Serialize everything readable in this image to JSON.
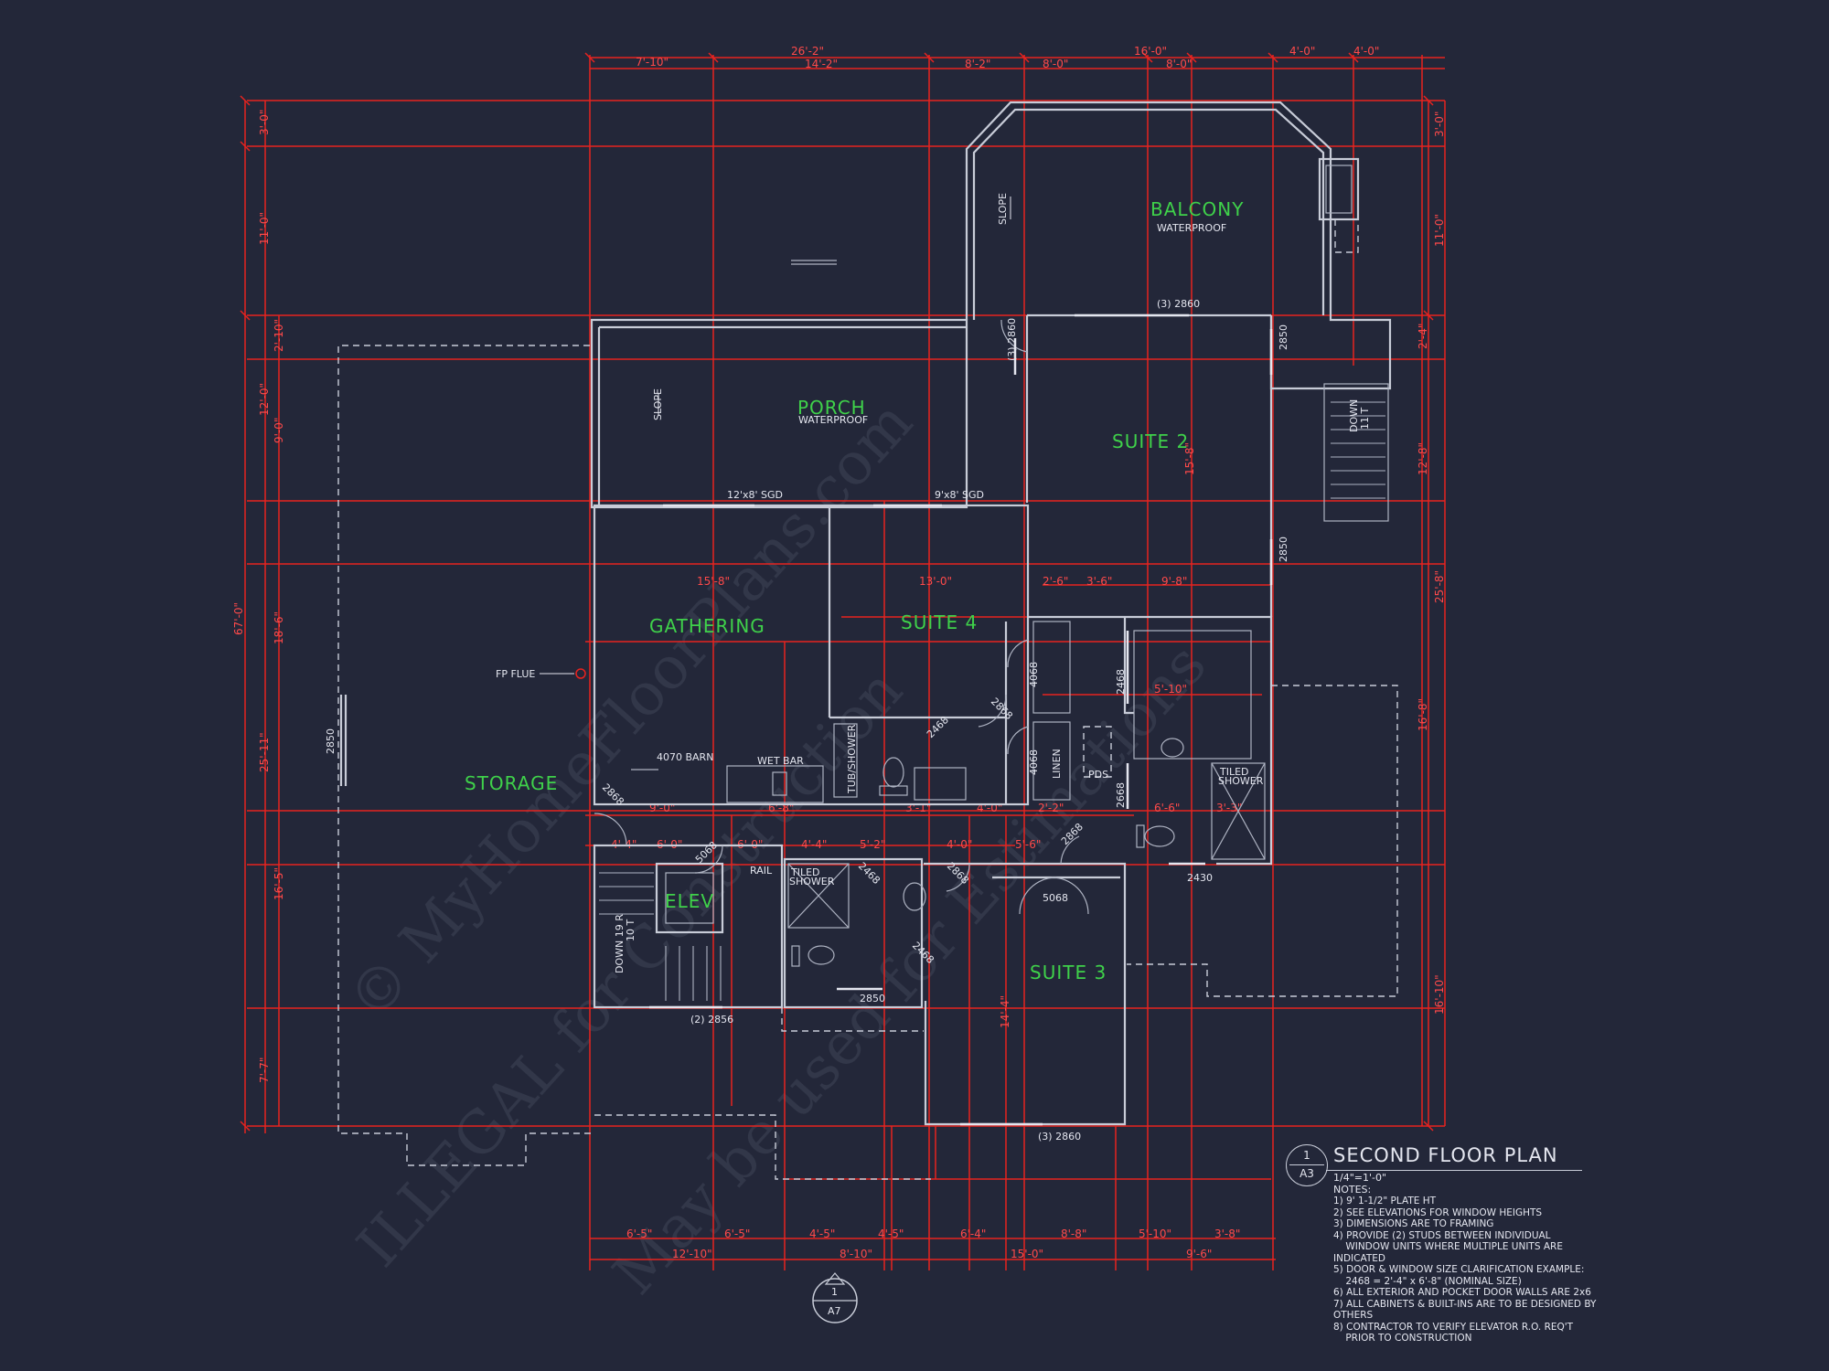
{
  "drawing": {
    "title": "SECOND FLOOR PLAN",
    "scale": "1/4\"=1'-0\"",
    "detail_number": "1",
    "sheet": "A3",
    "notes_heading": "NOTES:",
    "notes": [
      "1) 9' 1-1/2\" PLATE HT",
      "2) SEE ELEVATIONS FOR WINDOW HEIGHTS",
      "3) DIMENSIONS ARE TO FRAMING",
      "4) PROVIDE (2) STUDS BETWEEN INDIVIDUAL",
      "    WINDOW UNITS WHERE MULTIPLE UNITS ARE",
      "INDICATED",
      "5) DOOR & WINDOW SIZE CLARIFICATION EXAMPLE:",
      "    2468 = 2'-4\" x 6'-8\" (NOMINAL SIZE)",
      "6) ALL EXTERIOR AND POCKET DOOR WALLS ARE 2x6",
      "7) ALL CABINETS & BUILT-INS ARE TO BE DESIGNED BY",
      "OTHERS",
      "8) CONTRACTOR TO VERIFY ELEVATOR R.O. REQ'T",
      "    PRIOR TO CONSTRUCTION"
    ],
    "section_marker": {
      "top": "1",
      "bottom": "A7"
    }
  },
  "rooms": {
    "balcony": "BALCONY",
    "balcony_sub": "WATERPROOF",
    "porch": "PORCH",
    "porch_sub": "WATERPROOF",
    "suite2": "SUITE 2",
    "suite3": "SUITE 3",
    "suite4": "SUITE 4",
    "gathering": "GATHERING",
    "storage": "STORAGE",
    "elev": "ELEV"
  },
  "labels": {
    "slope": "SLOPE",
    "fp_flue": "FP FLUE",
    "barn": "4070 BARN",
    "wet_bar": "WET BAR",
    "tub_shower": "TUB/SHOWER",
    "tiled": "TILED",
    "shower": "SHOWER",
    "linen": "LINEN",
    "rail": "RAIL",
    "down_stairs": "DOWN 19 R",
    "down_stairs_b": "10 T",
    "down_right": "DOWN",
    "down_right_b": "11 T",
    "pds": "PDS",
    "sgd12": "12'x8' SGD",
    "sgd9": "9'x8' SGD",
    "w2860_top": "(3) 2860",
    "w2860_bot": "(3) 2860",
    "w2856": "(2) 2856",
    "w2850": "2850",
    "w2430": "2430",
    "w5068": "5068",
    "w4068": "4068",
    "w2468": "2468",
    "w2868": "2868",
    "w2668": "2668"
  },
  "dimensions": {
    "top_row1": [
      "7'-10\"",
      "26'-2\"",
      "16'-0\"",
      "4'-0\"",
      "4'-0\""
    ],
    "top_row2": [
      "14'-2\"",
      "8'-2\"",
      "8'-0\"",
      "8'-0\""
    ],
    "left": [
      "3'-0\"",
      "11'-0\"",
      "2'-10\"",
      "12'-0\"",
      "9'-0\"",
      "18'-6\"",
      "25'-11\"",
      "16'-5\"",
      "7'-7\"",
      "67'-0\""
    ],
    "right": [
      "3'-0\"",
      "11'-0\"",
      "2'-4\"",
      "12'-8\"",
      "25'-8\"",
      "16'-8\"",
      "16'-10\""
    ],
    "bottom_row1": [
      "6'-5\"",
      "6'-5\"",
      "4'-5\"",
      "4'-5\"",
      "6'-4\"",
      "8'-8\"",
      "5'-10\"",
      "3'-8\""
    ],
    "bottom_row2": [
      "12'-10\"",
      "8'-10\"",
      "15'-0\"",
      "9'-6\""
    ],
    "interior": [
      "15'-8\"",
      "13'-0\"",
      "2'-6\"",
      "3'-6\"",
      "9'-8\"",
      "9'-0\"",
      "6'-8\"",
      "3'-1\"",
      "4'-0\"",
      "2'-2\"",
      "4'-4\"",
      "6'-0\"",
      "6'-0\"",
      "4'-4\"",
      "5'-2\"",
      "4'-0\"",
      "5'-6\"",
      "5'-10\"",
      "6'-6\"",
      "3'-3\"",
      "14'-4\"",
      "15'-8\""
    ]
  },
  "watermark": [
    "© MyHomeFloorPlans.com",
    "ILLEGAL for Construction",
    "May be used for Estimations"
  ],
  "colors": {
    "background": "#232739",
    "dimension": "#e8231f",
    "room_label": "#3fd14a",
    "wall": "#c8ccd8"
  }
}
